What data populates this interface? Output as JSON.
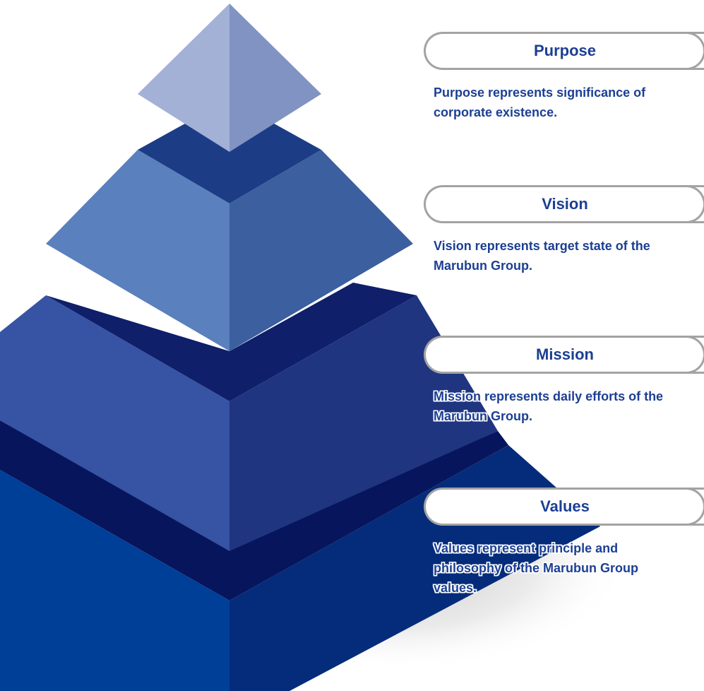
{
  "tiers": [
    {
      "title": "Purpose",
      "description": "Purpose represents significance of corporate existence."
    },
    {
      "title": "Vision",
      "description": "Vision represents target state of the Marubun Group."
    },
    {
      "title": "Mission",
      "description": "Mission represents daily efforts of the Marubun Group."
    },
    {
      "title": "Values",
      "description": "Values represent principle and philosophy of the Marubun Group values."
    }
  ],
  "colors": {
    "label_text": "#1c3f93",
    "pill_border": "#a3a3a3",
    "purpose_light": "#a3b1d7",
    "purpose_dark": "#8193c2",
    "vision_light": "#5a80bd",
    "vision_dark": "#3b5f9f",
    "mission_light": "#3753a3",
    "mission_dark": "#1f3580",
    "values_light": "#003f98",
    "values_dark": "#052c7a"
  }
}
